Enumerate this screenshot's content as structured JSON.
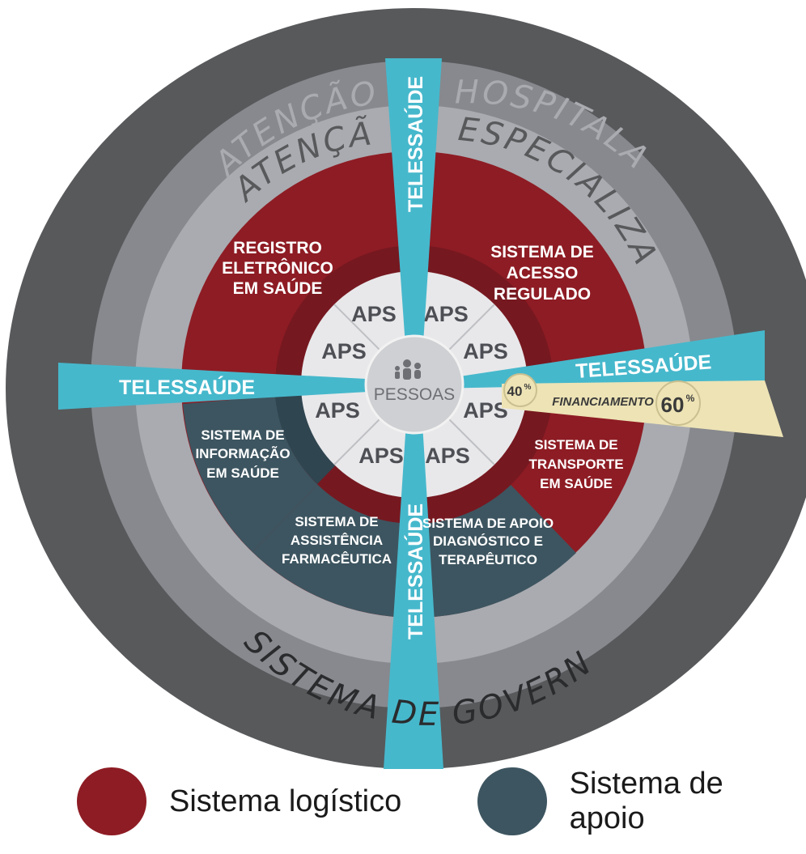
{
  "rings": {
    "governance": "SISTEMA DE GOVERNANÇA",
    "hospital_left": "ATENÇÃO",
    "hospital_right": "HOSPITALAR",
    "specialized_left": "ATENÇÃO",
    "specialized_right": "ESPECIALIZADA"
  },
  "center": {
    "label": "PESSOAS",
    "icon": "people-icon"
  },
  "aps": [
    "APS",
    "APS",
    "APS",
    "APS",
    "APS",
    "APS",
    "APS",
    "APS"
  ],
  "sectors": {
    "registro": [
      "REGISTRO",
      "ELETRÔNICO",
      "EM SAÚDE"
    ],
    "acesso": [
      "SISTEMA DE",
      "ACESSO",
      "REGULADO"
    ],
    "transporte": [
      "SISTEMA DE",
      "TRANSPORTE",
      "EM SAÚDE"
    ],
    "diagnostico": [
      "SISTEMA DE APOIO",
      "DIAGNÓSTICO E",
      "TERAPÊUTICO"
    ],
    "farmaceutica": [
      "SISTEMA DE",
      "ASSISTÊNCIA",
      "FARMACÊUTICA"
    ],
    "informacao": [
      "SISTEMA DE",
      "INFORMAÇÃO",
      "EM SAÚDE"
    ]
  },
  "telessaude": {
    "top": "TELESSAÚDE",
    "left": "TELESSAÚDE",
    "right": "TELESSAÚDE",
    "bottom": "TELESSAÚDE"
  },
  "financiamento": {
    "label": "FINANCIAMENTO",
    "left_value": "40",
    "left_unit": "%",
    "right_value": "60",
    "right_unit": "%"
  },
  "legend": [
    {
      "label": "Sistema logístico",
      "color": "#8e1c24"
    },
    {
      "label": "Sistema de apoio",
      "color": "#3d5560"
    }
  ],
  "colors": {
    "governance": "#58595b",
    "hospital": "#87898e",
    "specialized": "#a9abb0",
    "logistic": "#8e1c24",
    "logistic_inner": "#761820",
    "support": "#3d5560",
    "aps": "#e8e8ea",
    "center": "#cfd0d3",
    "telessaude": "#46b8cc",
    "financiamento": "#ede3b5"
  }
}
